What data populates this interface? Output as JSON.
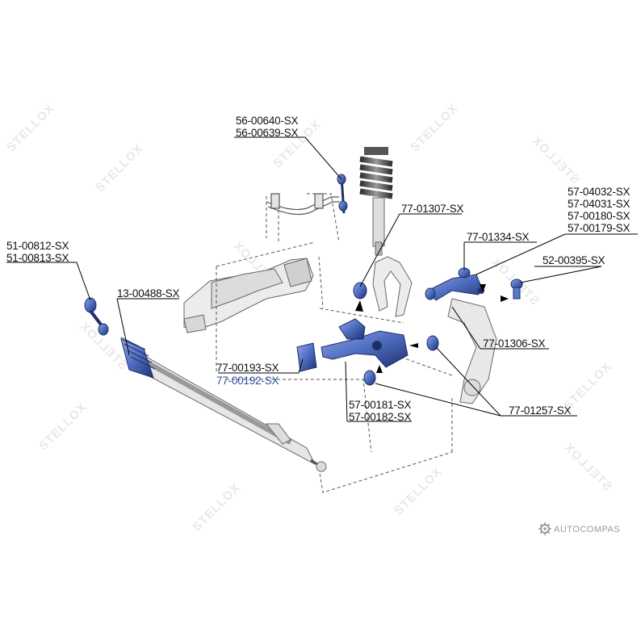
{
  "watermark": "STELLOX",
  "brand": {
    "text": "AUTOCOMPAS",
    "icon": "gear-icon"
  },
  "colors": {
    "part_fill": "#5a7ac9",
    "part_dark": "#1e2f66",
    "line": "#000000",
    "highlight_label": "#2c4f9e"
  },
  "labels": {
    "stab_link_a": "56-00640-SX",
    "stab_link_b": "56-00639-SX",
    "tie_rod_end_a": "51-00812-SX",
    "tie_rod_end_b": "51-00813-SX",
    "steering_rack": "13-00488-SX",
    "bushing_a": "77-00193-SX",
    "bushing_b": "77-00192-SX",
    "strut_bushing": "77-01307-SX",
    "upper_arm_bushing": "77-01334-SX",
    "upper_arm_a": "57-04032-SX",
    "upper_arm_b": "57-04031-SX",
    "upper_arm_c": "57-00180-SX",
    "upper_arm_d": "57-00179-SX",
    "ball_joint": "52-00395-SX",
    "knuckle_bushing": "77-01306-SX",
    "lower_arm_a": "57-00181-SX",
    "lower_arm_b": "57-00182-SX",
    "lower_arm_bushing": "77-01257-SX"
  }
}
